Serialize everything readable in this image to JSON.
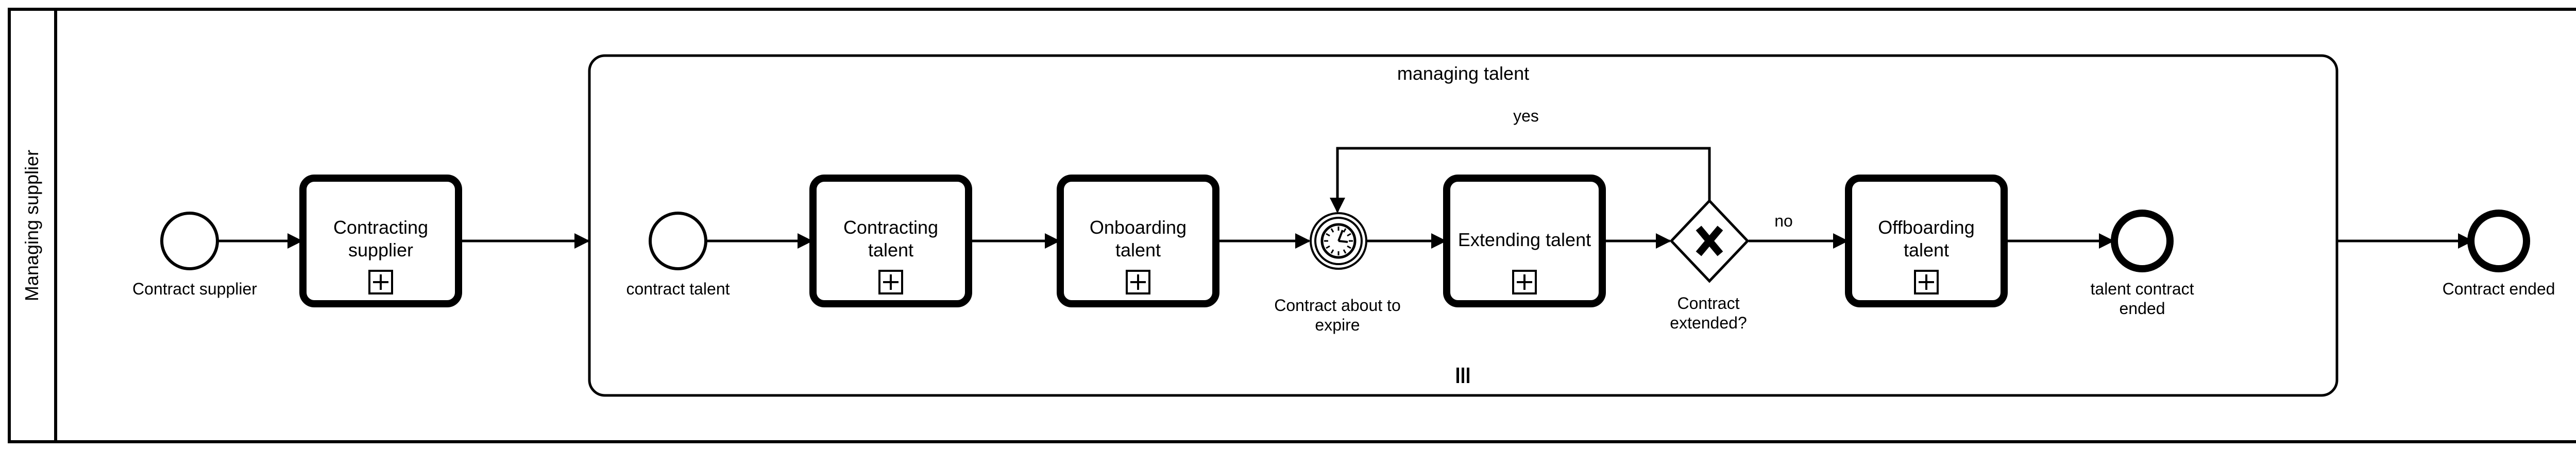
{
  "pool": {
    "label": "Managing supplier"
  },
  "nodes": {
    "contract_supplier": "Contract supplier",
    "contracting_supplier": [
      "Contracting",
      "supplier"
    ],
    "contract_ended": "Contract ended"
  },
  "subprocess": {
    "title": "managing talent",
    "contract_talent": "contract talent",
    "contracting_talent": [
      "Contracting",
      "talent"
    ],
    "onboarding_talent": [
      "Onboarding",
      "talent"
    ],
    "timer_event": [
      "Contract about to",
      "expire"
    ],
    "extending_talent": "Extending talent",
    "gateway": [
      "Contract",
      "extended?"
    ],
    "offboarding_talent": [
      "Offboarding",
      "talent"
    ],
    "talent_contract_ended": [
      "talent contract",
      "ended"
    ]
  },
  "flows": {
    "yes": "yes",
    "no": "no"
  },
  "colors": {
    "stroke": "#000000",
    "background": "#ffffff"
  }
}
